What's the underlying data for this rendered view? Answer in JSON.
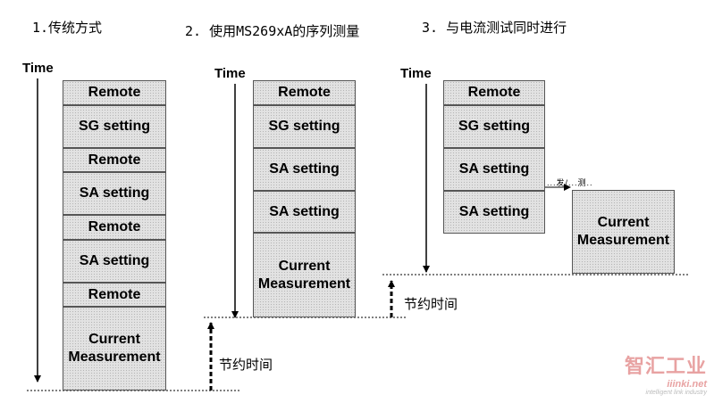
{
  "headings": {
    "col1": "1.传统方式",
    "col2": "2.  使用MS269xA的序列测量",
    "col3": "3.  与电流测试同时进行"
  },
  "time_label": "Time",
  "columns": {
    "col1": [
      "Remote",
      "SG setting",
      "Remote",
      "SA setting",
      "Remote",
      "SA setting",
      "Remote",
      "Current Measurement"
    ],
    "col2": [
      "Remote",
      "SG setting",
      "SA setting",
      "SA setting",
      "Current Measurement"
    ],
    "col3": [
      "Remote",
      "SG setting",
      "SA setting",
      "SA setting"
    ],
    "col3_side": "Current Measurement"
  },
  "saved_time_label": "节约时间",
  "parallel_note": "...发/...测..",
  "logo": {
    "text": "智汇工业",
    "domain": "iiinki.net",
    "tagline": "intelligent link industry"
  }
}
